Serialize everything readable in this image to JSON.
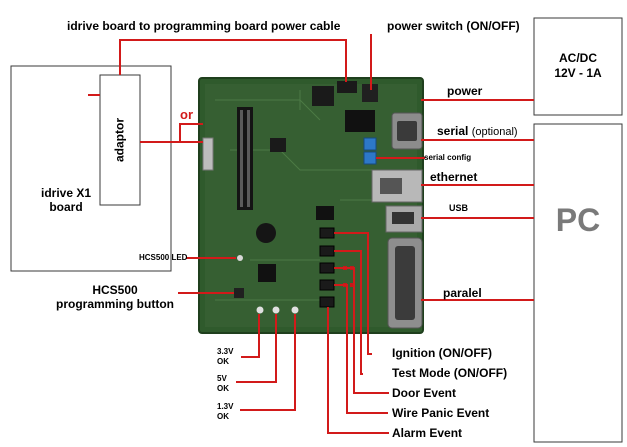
{
  "labels": {
    "cable": "idrive board to programming board power cable",
    "power_switch": "power switch (ON/OFF)",
    "acdc_line1": "AC/DC",
    "acdc_line2": "12V - 1A",
    "power": "power",
    "serial": "serial",
    "serial_optional": "(optional)",
    "serial_config": "serial config",
    "ethernet": "ethernet",
    "usb": "USB",
    "pc": "PC",
    "paralel": "paralel",
    "or": "or",
    "adaptor": "adaptor",
    "idrive_line1": "idrive X1",
    "idrive_line2": "board",
    "hcs500_led": "HCS500 LED",
    "hcs_btn_line1": "HCS500",
    "hcs_btn_line2": "programming button",
    "v33_line1": "3.3V",
    "v33_line2": "OK",
    "v5_line1": "5V",
    "v5_line2": "OK",
    "v13_line1": "1.3V",
    "v13_line2": "OK",
    "ignition": "Ignition (ON/OFF)",
    "test_mode": "Test Mode (ON/OFF)",
    "door_event": "Door Event",
    "wire_panic": "Wire Panic Event",
    "alarm_event": "Alarm Event"
  },
  "colors": {
    "line": "#d21a1a",
    "pcb": "#2f5a2c",
    "pcb_dark": "#1f3f1d",
    "box_border": "#3a3a3a",
    "pc_text": "#7a7a7a"
  }
}
